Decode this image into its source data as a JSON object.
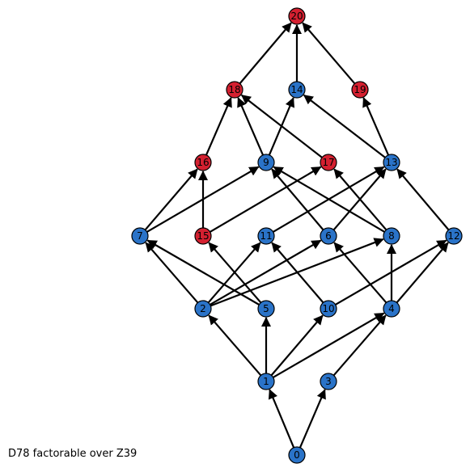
{
  "caption": "D78 factorable over Z39",
  "colors": {
    "blue": "#2a73c8",
    "red": "#d42030",
    "edge": "#000000"
  },
  "nodes": [
    {
      "id": "0",
      "color": "blue"
    },
    {
      "id": "1",
      "color": "blue"
    },
    {
      "id": "3",
      "color": "blue"
    },
    {
      "id": "2",
      "color": "blue"
    },
    {
      "id": "5",
      "color": "blue"
    },
    {
      "id": "10",
      "color": "blue"
    },
    {
      "id": "4",
      "color": "blue"
    },
    {
      "id": "7",
      "color": "blue"
    },
    {
      "id": "15",
      "color": "red"
    },
    {
      "id": "11",
      "color": "blue"
    },
    {
      "id": "6",
      "color": "blue"
    },
    {
      "id": "8",
      "color": "blue"
    },
    {
      "id": "12",
      "color": "blue"
    },
    {
      "id": "16",
      "color": "red"
    },
    {
      "id": "9",
      "color": "blue"
    },
    {
      "id": "17",
      "color": "red"
    },
    {
      "id": "13",
      "color": "blue"
    },
    {
      "id": "18",
      "color": "red"
    },
    {
      "id": "14",
      "color": "blue"
    },
    {
      "id": "19",
      "color": "red"
    },
    {
      "id": "20",
      "color": "red"
    }
  ],
  "edges": [
    [
      "0",
      "1"
    ],
    [
      "0",
      "3"
    ],
    [
      "1",
      "2"
    ],
    [
      "1",
      "5"
    ],
    [
      "1",
      "10"
    ],
    [
      "1",
      "4"
    ],
    [
      "3",
      "4"
    ],
    [
      "2",
      "7"
    ],
    [
      "2",
      "11"
    ],
    [
      "2",
      "6"
    ],
    [
      "2",
      "8"
    ],
    [
      "5",
      "7"
    ],
    [
      "5",
      "15"
    ],
    [
      "10",
      "11"
    ],
    [
      "10",
      "12"
    ],
    [
      "4",
      "6"
    ],
    [
      "4",
      "8"
    ],
    [
      "4",
      "12"
    ],
    [
      "7",
      "16"
    ],
    [
      "7",
      "9"
    ],
    [
      "15",
      "16"
    ],
    [
      "15",
      "17"
    ],
    [
      "11",
      "13"
    ],
    [
      "6",
      "9"
    ],
    [
      "6",
      "13"
    ],
    [
      "8",
      "9"
    ],
    [
      "8",
      "17"
    ],
    [
      "12",
      "13"
    ],
    [
      "16",
      "18"
    ],
    [
      "9",
      "18"
    ],
    [
      "9",
      "14"
    ],
    [
      "17",
      "18"
    ],
    [
      "13",
      "14"
    ],
    [
      "13",
      "19"
    ],
    [
      "18",
      "20"
    ],
    [
      "14",
      "20"
    ],
    [
      "19",
      "20"
    ]
  ]
}
